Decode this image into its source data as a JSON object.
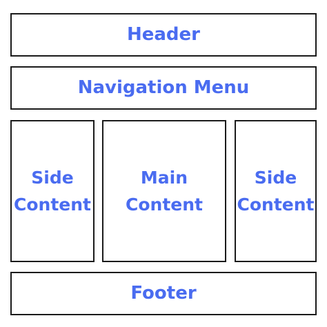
{
  "header": {
    "label": "Header"
  },
  "navigation": {
    "label": "Navigation Menu"
  },
  "side_left": {
    "line1": "Side",
    "line2": "Content"
  },
  "main": {
    "line1": "Main",
    "line2": "Content"
  },
  "side_right": {
    "line1": "Side",
    "line2": "Content"
  },
  "footer": {
    "label": "Footer"
  },
  "colors": {
    "text": "#4a6cf0",
    "border": "#1a1a1a",
    "background": "#ffffff"
  }
}
